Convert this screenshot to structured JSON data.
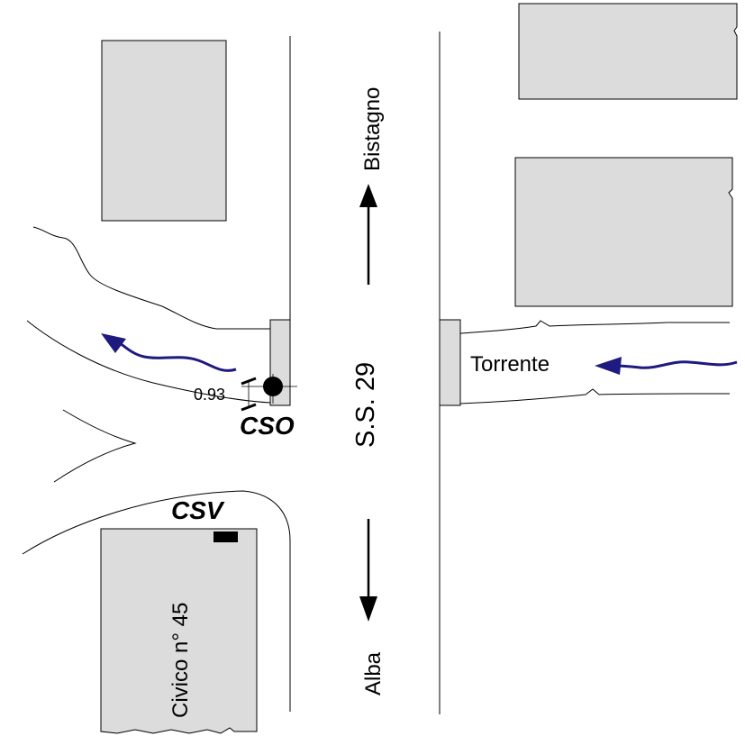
{
  "labels": {
    "road": "S.S. 29",
    "north_destination": "Bistagno",
    "south_destination": "Alba",
    "stream": "Torrente",
    "building_number": "Civico n° 45",
    "overflow_point": "CSO",
    "sensor_point": "CSV",
    "measurement": "0.93"
  },
  "colors": {
    "building_fill": "#dcdcdc",
    "line": "#000000",
    "flow_arrow": "#1f1a80"
  }
}
